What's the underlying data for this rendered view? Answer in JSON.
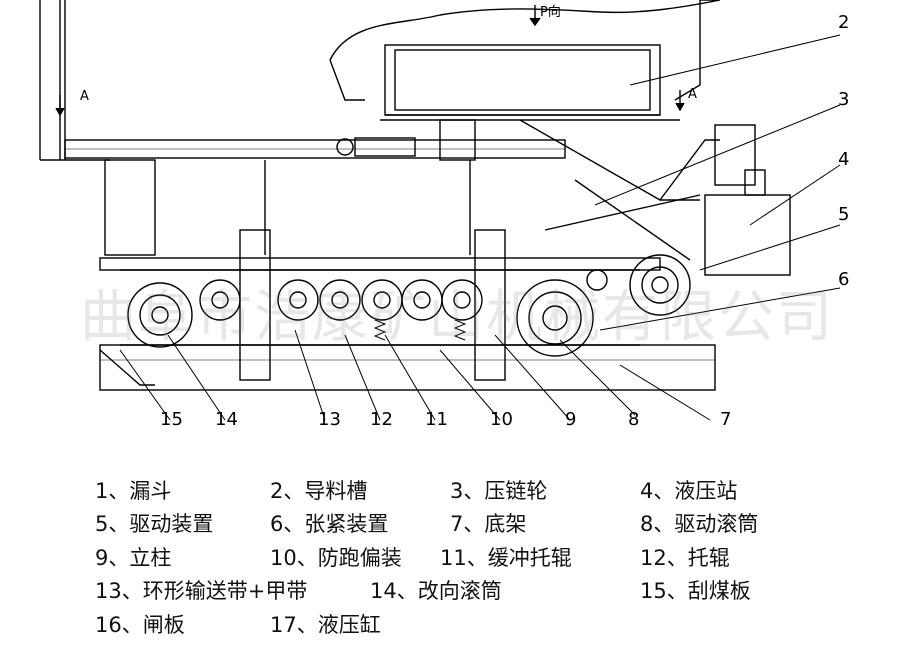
{
  "watermark": "曲阜市浩康矿山机械有限公司",
  "labels": {
    "p_direction": "P向",
    "section_a_left": "A",
    "section_a_right": "A"
  },
  "callouts": [
    "2",
    "3",
    "4",
    "5",
    "6",
    "7",
    "8",
    "9",
    "10",
    "11",
    "12",
    "13",
    "14",
    "15"
  ],
  "legend": [
    "1、漏斗",
    "2、导料槽",
    "3、压链轮",
    "4、液压站",
    "5、驱动装置",
    "6、张紧装置",
    "7、底架",
    "8、驱动滚筒",
    "9、立柱",
    "10、防跑偏装",
    "11、缓冲托辊",
    "12、托辊",
    "13、环形输送带+甲带",
    "14、改向滚筒",
    "15、刮煤板",
    "16、闸板",
    "17、液压缸"
  ]
}
